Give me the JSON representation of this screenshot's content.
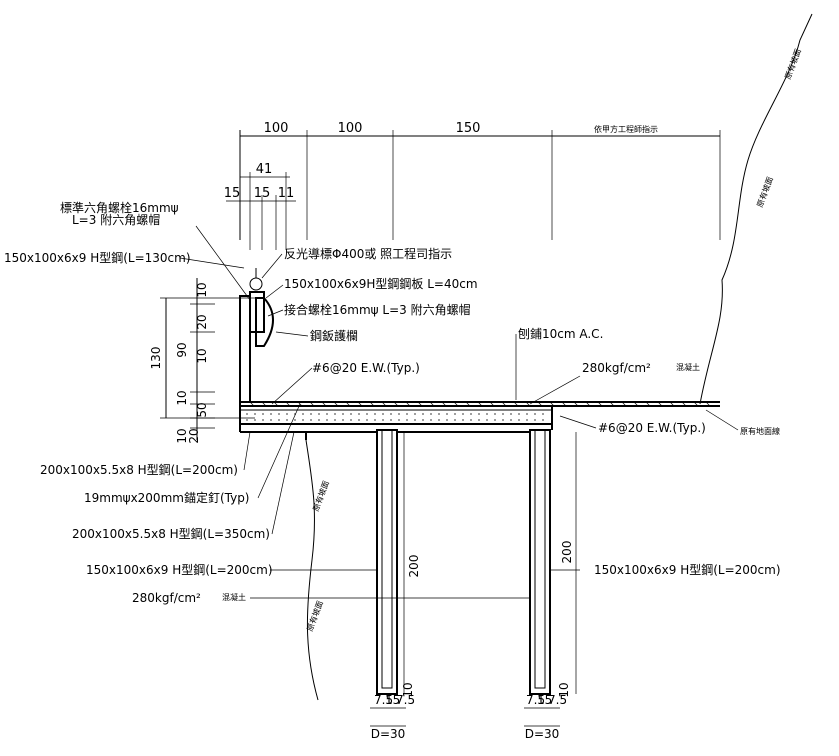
{
  "dimensions": {
    "top": [
      "100",
      "100",
      "150"
    ],
    "top_note": "依甲方工程師指示",
    "sub": [
      "41",
      "15",
      "15",
      "11"
    ],
    "left_outer": "130",
    "left_inner": [
      "10",
      "20",
      "90",
      "10",
      "10",
      "50",
      "10",
      "20"
    ],
    "pile_height": "200",
    "pile_bottom": [
      "7.5",
      "15",
      "7.5",
      "10"
    ],
    "pile_dia": "D=30"
  },
  "labels": {
    "bolt_top_a": "標準六角螺栓16mmψ",
    "bolt_top_b": "L=3  附六角螺帽",
    "h_post": "150x100x6x9  H型鋼(L=130cm)",
    "reflector": "反光導標Φ400或  照工程司指示",
    "h_bracket": "150x100x6x9H型鋼鋼板  L=40cm",
    "bolt_mid": "接合螺栓16mmψ  L=3  附六角螺帽",
    "guardrail": "鋼鈑護欄",
    "rebar_top": "#6@20  E.W.(Typ.)",
    "ac": "刨鋪10cm  A.C.",
    "concrete_top": "280kgf/cm²",
    "concrete_top_suffix": "混凝土",
    "rebar_bot": "#6@20  E.W.(Typ.)",
    "ground": "原有地面線",
    "h_beam_a": "200x100x5.5x8  H型鋼(L=200cm)",
    "anchor": "19mmψx200mm錨定釘(Typ)",
    "h_beam_b": "200x100x5.5x8  H型鋼(L=350cm)",
    "h_pile_left": "150x100x6x9  H型鋼(L=200cm)",
    "h_pile_right": "150x100x6x9  H型鋼(L=200cm)",
    "concrete_bot": "280kgf/cm²",
    "concrete_bot_suffix": "混凝土",
    "slope_note": "原有坡面"
  }
}
